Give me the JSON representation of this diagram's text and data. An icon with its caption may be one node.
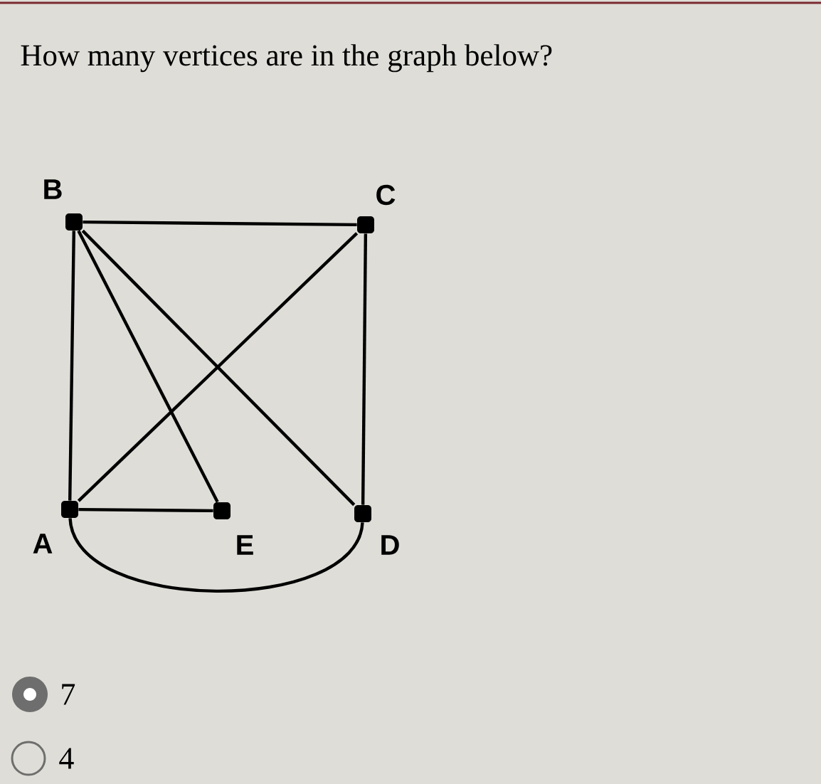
{
  "diagram": {
    "title": "How many vertices are in the graph below?",
    "nodes": [
      {
        "text": [
          "B"
        ]
      },
      {
        "text": [
          "C"
        ]
      },
      {
        "text": [
          "A"
        ]
      },
      {
        "text": [
          "E"
        ]
      },
      {
        "text": [
          "D"
        ]
      }
    ],
    "edges": [
      {
        "from": 0,
        "to": 1,
        "arrow": "none"
      },
      {
        "from": 0,
        "to": 2,
        "arrow": "none"
      },
      {
        "from": 0,
        "to": 3,
        "arrow": "none"
      },
      {
        "from": 0,
        "to": 4,
        "arrow": "none"
      },
      {
        "from": 1,
        "to": 2,
        "arrow": "none"
      },
      {
        "from": 1,
        "to": 4,
        "arrow": "none"
      },
      {
        "from": 2,
        "to": 3,
        "arrow": "none"
      },
      {
        "from": 2,
        "to": 4,
        "arrow": "none"
      }
    ],
    "labels": [
      "7",
      "4"
    ]
  }
}
